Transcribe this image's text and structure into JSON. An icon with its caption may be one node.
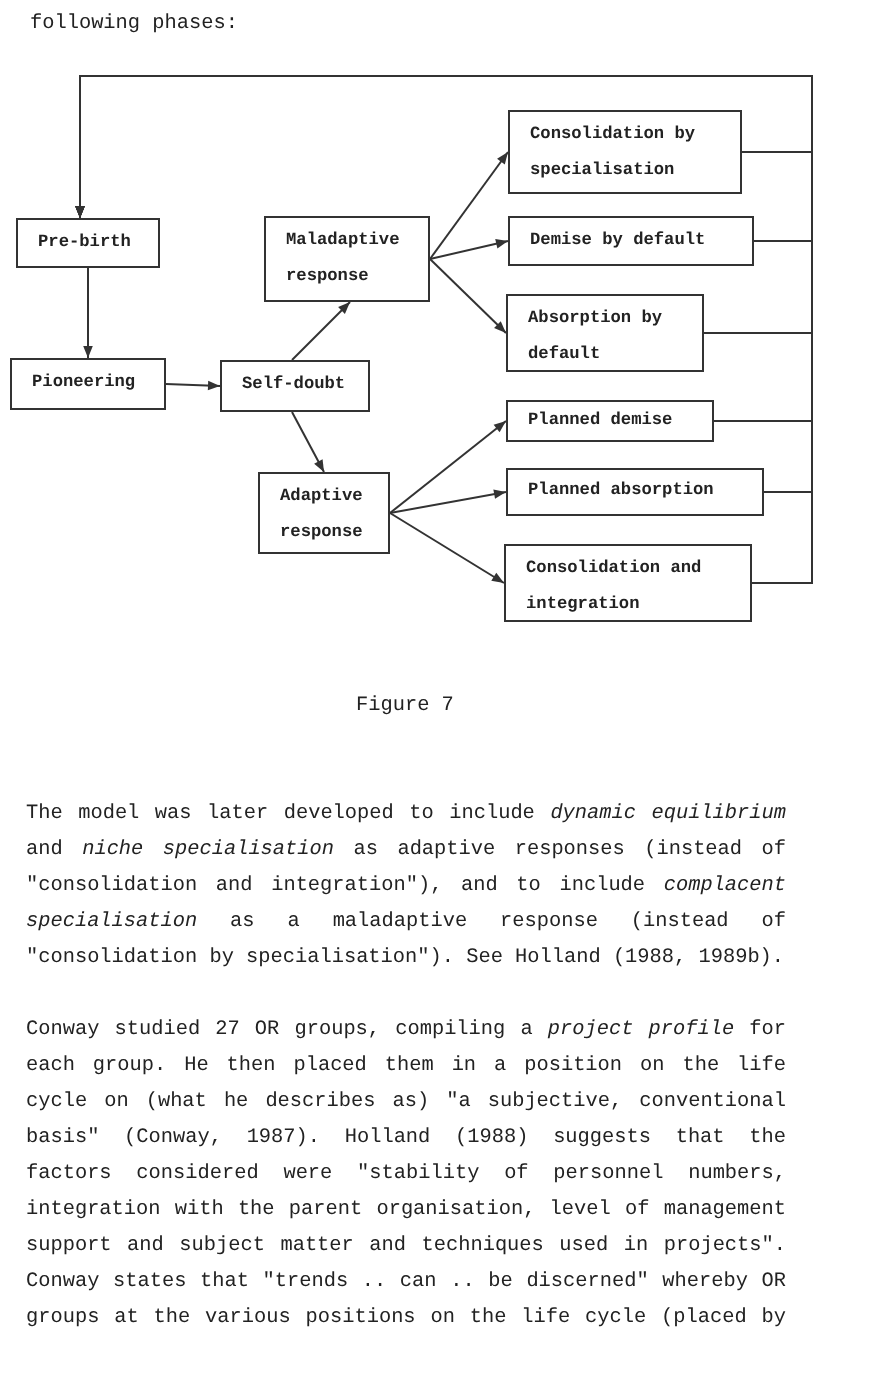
{
  "diagram": {
    "caption": "Figure 7",
    "nodes": [
      {
        "text": [
          "Pre-birth"
        ]
      },
      {
        "text": [
          "Pioneering"
        ]
      },
      {
        "text": [
          "Self-doubt"
        ]
      },
      {
        "text": [
          "Maladaptive response"
        ]
      },
      {
        "text": [
          "Adaptive response"
        ]
      },
      {
        "text": [
          "Consolidation by specialisation"
        ]
      },
      {
        "text": [
          "Demise by default"
        ]
      },
      {
        "text": [
          "Absorption by default"
        ]
      },
      {
        "text": [
          "Planned demise"
        ]
      },
      {
        "text": [
          "Planned absorption"
        ]
      },
      {
        "text": [
          "Consolidation and integration"
        ]
      }
    ],
    "edges": [
      {
        "from": 0,
        "to": 1,
        "arrow": "to"
      },
      {
        "from": 1,
        "to": 2,
        "arrow": "to"
      },
      {
        "from": 2,
        "to": 3,
        "arrow": "to"
      },
      {
        "from": 2,
        "to": 4,
        "arrow": "to"
      },
      {
        "from": 3,
        "to": 5,
        "arrow": "to"
      },
      {
        "from": 3,
        "to": 6,
        "arrow": "to"
      },
      {
        "from": 3,
        "to": 7,
        "arrow": "to"
      },
      {
        "from": 4,
        "to": 8,
        "arrow": "to"
      },
      {
        "from": 4,
        "to": 9,
        "arrow": "to"
      },
      {
        "from": 4,
        "to": 10,
        "arrow": "to"
      },
      {
        "from": 5,
        "to": 0,
        "arrow": "to"
      },
      {
        "from": 6,
        "to": 0,
        "arrow": "to"
      },
      {
        "from": 7,
        "to": 0,
        "arrow": "to"
      },
      {
        "from": 8,
        "to": 0,
        "arrow": "to"
      },
      {
        "from": 9,
        "to": 0,
        "arrow": "to"
      },
      {
        "from": 10,
        "to": 0,
        "arrow": "to"
      }
    ],
    "labels": [
      "following phases:",
      "The model was later developed to include *dynamic equilibrium* and *niche specialisation* as adaptive responses (instead of \"consolidation and integration\"), and to include *complacent specialisation* as a maladaptive response (instead of \"consolidation by specialisation\").  See Holland (1988, 1989b).",
      "Conway studied 27 OR groups, compiling a *project profile* for each group.  He then placed them in a position on the life cycle on (what he describes as) \"a subjective, conventional basis\" (Conway, 1987).  Holland (1988) suggests that the factors considered were \"stability of personnel numbers, integration with the parent organisation, level of management support and subject matter and techniques used in projects\". Conway states that \"trends .. can .. be discerned\" whereby OR groups at the various positions on the life cycle (placed by"
    ]
  }
}
